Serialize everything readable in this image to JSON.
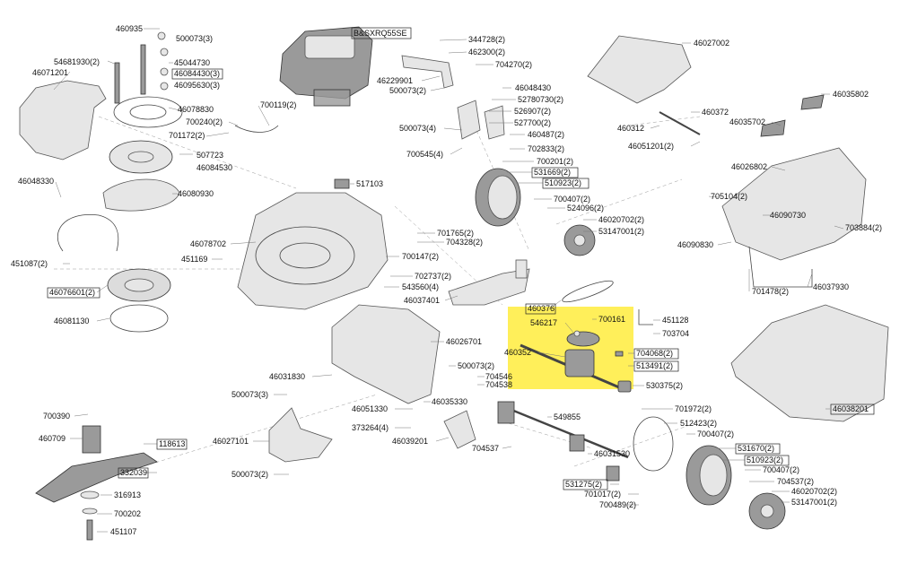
{
  "diagram": {
    "highlight_color": "#ffef5a",
    "labels": {
      "l460935": "460935",
      "l500073_3a": "500073(3)",
      "l54681930": "54681930(2)",
      "l45044730": "45044730",
      "l460712": "46071201",
      "l46084430": "46084430(3)",
      "l46095630": "46095630(3)",
      "l46078830": "46078830",
      "l700240": "700240(2)",
      "l700119": "700119(2)",
      "l701172": "701172(2)",
      "l507723": "507723",
      "l46084530": "46084530",
      "l46048330": "46048330",
      "l46080930": "46080930",
      "l451087": "451087(2)",
      "l46076601": "46076601(2)",
      "l46081130": "46081130",
      "engine": "B&SXRQ55SE",
      "l344728": "344728(2)",
      "l462300": "462300(2)",
      "l704270": "704270(2)",
      "l46229901": "46229901",
      "l500073_2a": "500073(2)",
      "l46048430": "46048430",
      "l52780730": "52780730(2)",
      "l526907": "526907(2)",
      "l527700": "527700(2)",
      "l500073_4": "500073(4)",
      "l460487": "460487(2)",
      "l702833": "702833(2)",
      "l700545": "700545(4)",
      "l700201": "700201(2)",
      "l531669": "531669(2)",
      "l510923a": "510923(2)",
      "l517103": "517103",
      "l700407a": "700407(2)",
      "l524096": "524096(2)",
      "l46020702a": "46020702(2)",
      "l53147001a": "53147001(2)",
      "l46078702": "46078702",
      "l451169": "451169",
      "l701765": "701765(2)",
      "l704328": "704328(2)",
      "l700147": "700147(2)",
      "l702737": "702737(2)",
      "l543560": "543560(4)",
      "l46037401": "46037401",
      "l460376": "460376",
      "l546217": "546217",
      "l700161": "700161",
      "l451128": "451128",
      "l703704": "703704",
      "l460352": "460352",
      "l704068": "704068(2)",
      "l513491": "513491(2)",
      "l46026701": "46026701",
      "l500073_2b": "500073(2)",
      "l704546": "704546",
      "l704538": "704538",
      "l530375": "530375(2)",
      "l46031830": "46031830",
      "l500073_3b": "500073(3)",
      "l46051330": "46051330",
      "l46035330": "46035330",
      "l549855": "549855",
      "l373264": "373264(4)",
      "l46039201": "46039201",
      "l704537a": "704537",
      "l700390": "700390",
      "l460709": "460709",
      "l118613": "118613",
      "l46027101": "46027101",
      "l332039": "332039",
      "l500073_2c": "500073(2)",
      "l316913": "316913",
      "l700202": "700202",
      "l451107": "451107",
      "l701972": "701972(2)",
      "l512423": "512423(2)",
      "l700407b": "700407(2)",
      "l46031530": "46031530",
      "l531670": "531670(2)",
      "l510923b": "510923(2)",
      "l531275": "531275(2)",
      "l700407c": "700407(2)",
      "l704537b": "704537(2)",
      "l701017": "701017(2)",
      "l46020702b": "46020702(2)",
      "l700489": "700489(2)",
      "l53147001b": "53147001(2)",
      "l46027002": "46027002",
      "l460372": "460372",
      "l460312": "460312",
      "l46051201": "46051201(2)",
      "l46035802": "46035802",
      "l46035702": "46035702",
      "l46026802": "46026802",
      "l705104": "705104(2)",
      "l46090730": "46090730",
      "l703884": "703884(2)",
      "l46090830": "46090830",
      "l701478": "701478(2)",
      "l46037930": "46037930",
      "l46038201": "46038201"
    }
  }
}
